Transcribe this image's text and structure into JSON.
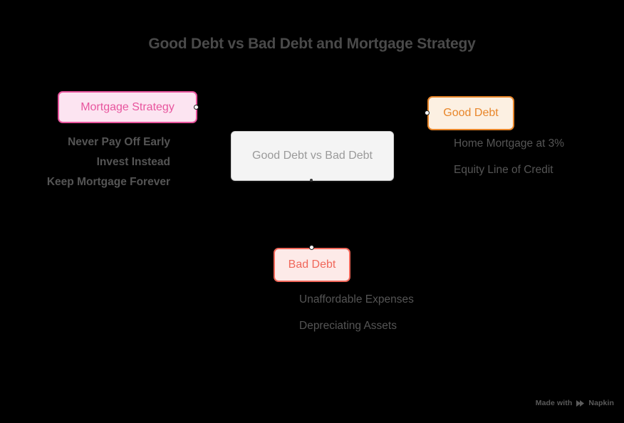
{
  "title": "Good Debt vs Bad Debt and Mortgage Strategy",
  "colors": {
    "background": "#000000",
    "title_text": "#4a4a4a",
    "center_border": "#cfcfcf",
    "center_fill": "#f4f4f4",
    "center_text": "#9a9a9a",
    "mortgage_accent": "#e8559e",
    "mortgage_fill": "#fce4f1",
    "good_accent": "#e8862a",
    "good_fill": "#fcf0e2",
    "bad_accent": "#f0675a",
    "bad_fill": "#fdeae8",
    "child_text": "#555555"
  },
  "center_node": {
    "label": "Good Debt vs Bad Debt"
  },
  "branches": [
    {
      "id": "mortgage-strategy",
      "label": "Mortgage Strategy",
      "accent": "#e8559e",
      "align": "right",
      "children": [
        "Never Pay Off Early",
        "Invest Instead",
        "Keep Mortgage Forever"
      ]
    },
    {
      "id": "good-debt",
      "label": "Good Debt",
      "accent": "#e8862a",
      "align": "left",
      "children": [
        "Home Mortgage at 3%",
        "Equity Line of Credit"
      ]
    },
    {
      "id": "bad-debt",
      "label": "Bad Debt",
      "accent": "#f0675a",
      "align": "left",
      "children": [
        "Unaffordable Expenses",
        "Depreciating Assets"
      ]
    }
  ],
  "watermark": {
    "text_before": "Made with",
    "brand": "Napkin",
    "logo_icon": "napkin-logo-icon"
  }
}
